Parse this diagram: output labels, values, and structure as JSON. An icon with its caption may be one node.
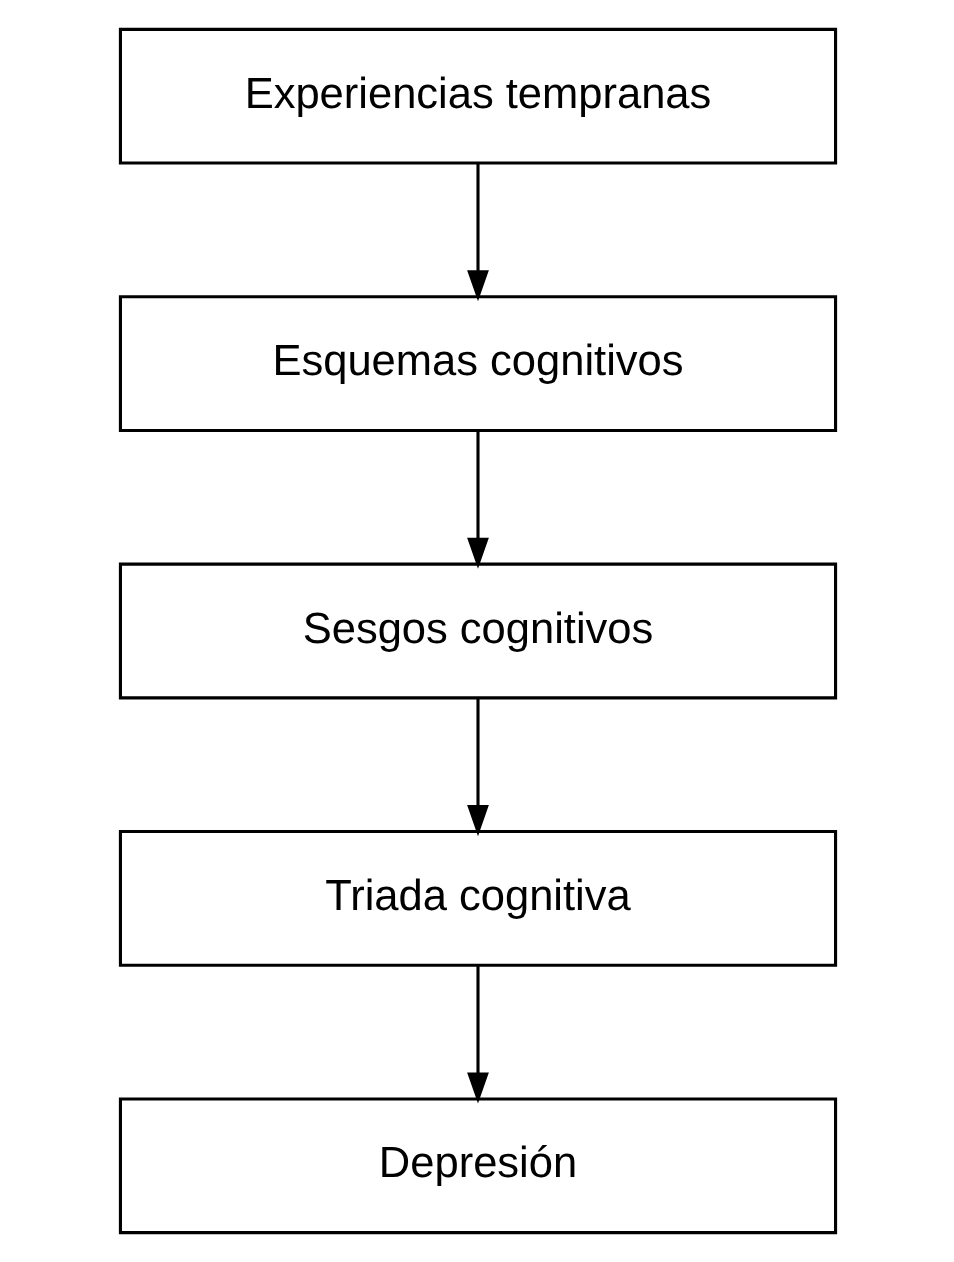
{
  "diagram": {
    "nodes": [
      {
        "text": [
          "Experiencias tempranas"
        ]
      },
      {
        "text": [
          "Esquemas cognitivos"
        ]
      },
      {
        "text": [
          "Sesgos cognitivos"
        ]
      },
      {
        "text": [
          "Triada cognitiva"
        ]
      },
      {
        "text": [
          "Depresión"
        ]
      }
    ],
    "edges": [
      {
        "from": 0,
        "to": 1,
        "arrow": "to"
      },
      {
        "from": 1,
        "to": 2,
        "arrow": "to"
      },
      {
        "from": 2,
        "to": 3,
        "arrow": "to"
      },
      {
        "from": 3,
        "to": 4,
        "arrow": "to"
      }
    ]
  }
}
